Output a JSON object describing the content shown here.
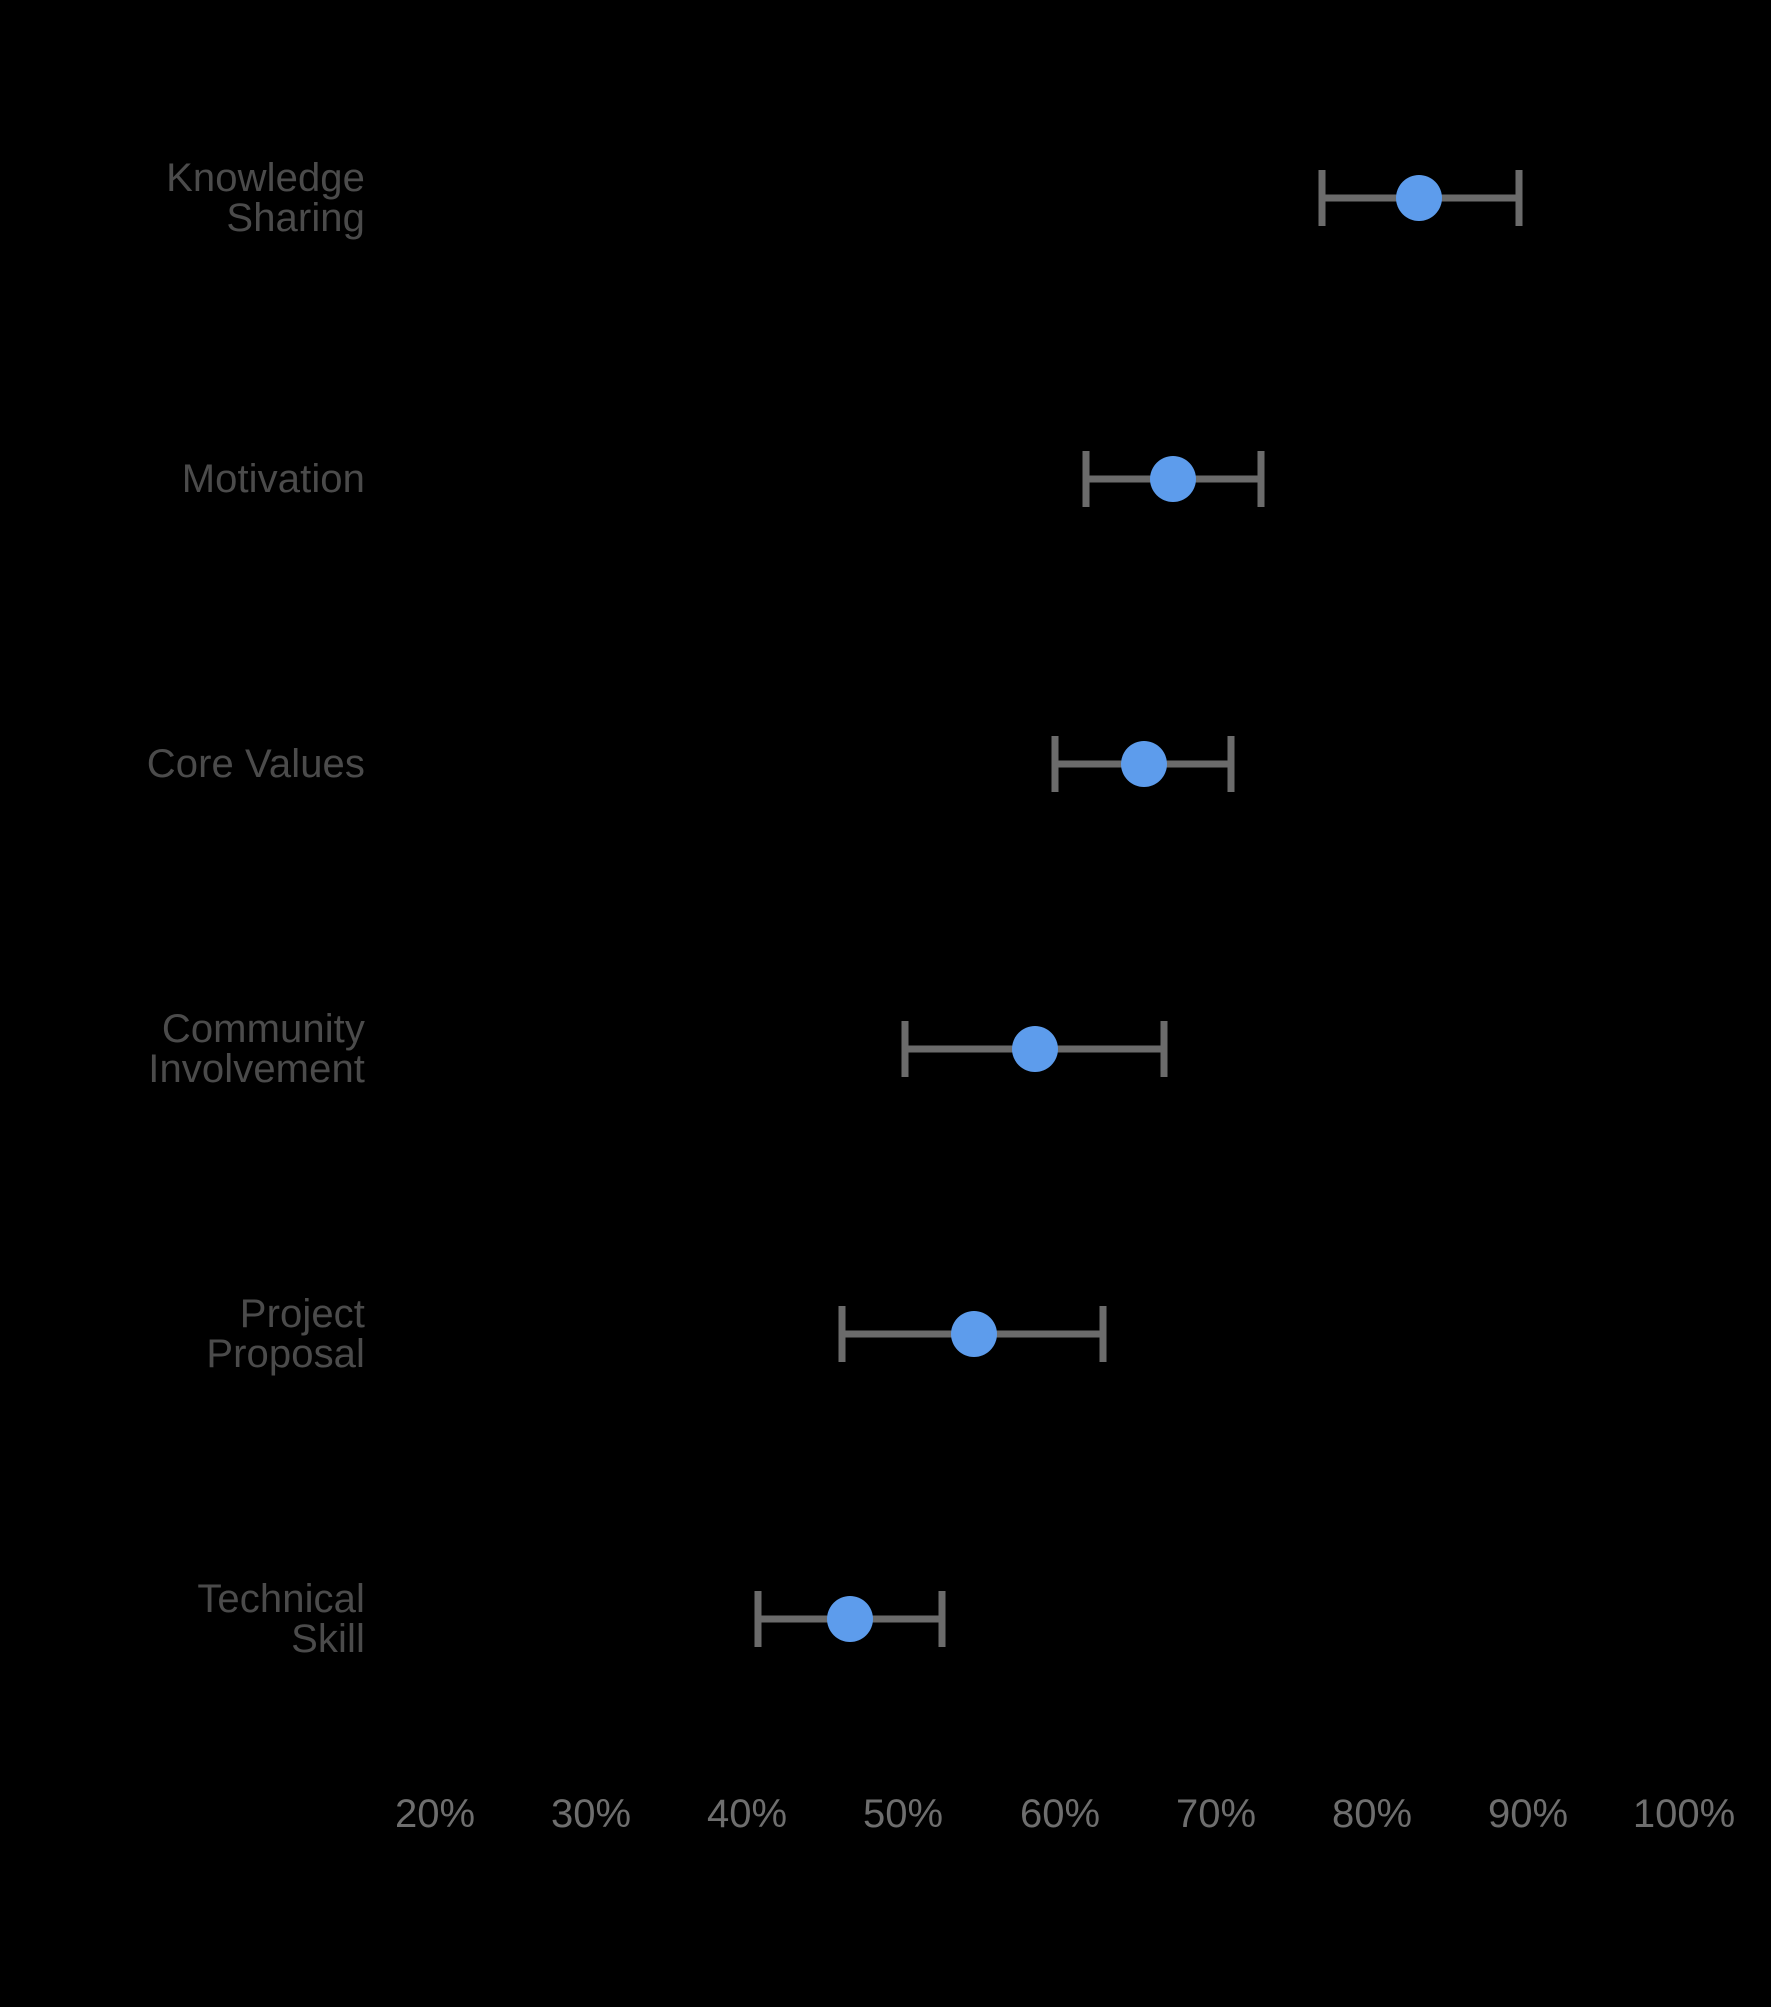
{
  "chart_data": {
    "type": "scatter",
    "title": "",
    "subtitle": "",
    "xlabel": "",
    "ylabel": "",
    "orientation": "horizontal",
    "grid": false,
    "legend": null,
    "xlim": [
      20,
      100
    ],
    "xtick_labels": [
      "20%",
      "30%",
      "40%",
      "50%",
      "60%",
      "70%",
      "80%",
      "90%",
      "100%"
    ],
    "xticks": [
      20,
      30,
      40,
      50,
      60,
      70,
      80,
      90,
      100
    ],
    "categories": [
      "Knowledge\nSharing",
      "Motivation",
      "Core Values",
      "Community\nInvolvement",
      "Project\nProposal",
      "Technical\nSkill"
    ],
    "values": [
      83.0,
      67.3,
      65.4,
      58.4,
      54.5,
      46.6
    ],
    "error_low": [
      76.8,
      61.7,
      59.7,
      50.1,
      46.1,
      40.7
    ],
    "error_high": [
      89.4,
      72.9,
      71.0,
      66.7,
      62.8,
      52.5
    ],
    "points": [
      {
        "category": "Knowledge Sharing",
        "value": 83.0,
        "low": 76.8,
        "high": 89.4
      },
      {
        "category": "Motivation",
        "value": 67.3,
        "low": 61.7,
        "high": 72.9
      },
      {
        "category": "Core Values",
        "value": 65.4,
        "low": 59.7,
        "high": 71.0
      },
      {
        "category": "Community Involvement",
        "value": 58.4,
        "low": 50.1,
        "high": 66.7
      },
      {
        "category": "Project Proposal",
        "value": 54.5,
        "low": 46.1,
        "high": 62.8
      },
      {
        "category": "Technical Skill",
        "value": 46.6,
        "low": 40.7,
        "high": 52.5
      }
    ],
    "colors": {
      "background": "#000000",
      "marker": "#5d9cec",
      "error_bar": "#6b6b6b",
      "category_label": "#4b4b4b",
      "tick_label": "#6e6e6e"
    }
  },
  "axis": {
    "tick_labels": [
      "20%",
      "30%",
      "40%",
      "50%",
      "60%",
      "70%",
      "80%",
      "90%",
      "100%"
    ]
  },
  "categories": {
    "labels": [
      "Knowledge\nSharing",
      "Motivation",
      "Core Values",
      "Community\nInvolvement",
      "Project\nProposal",
      "Technical\nSkill"
    ]
  }
}
